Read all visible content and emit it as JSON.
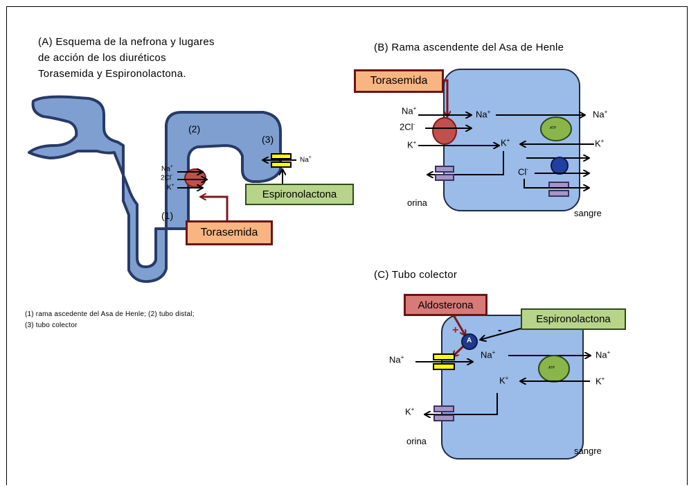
{
  "colors": {
    "cell_fill": "#9bbbe8",
    "cell_stroke": "#1f2a44",
    "nephron_fill": "#7f9fd0",
    "nephron_stroke": "#283a66",
    "arrow_dark_red": "#7b1a1a",
    "torasemida_fill": "#f8b582",
    "espironolactona_fill": "#b7d48a",
    "aldosterona_fill": "#d77a78",
    "cotransporter_red": "#c0504d",
    "atp_green": "#8ab54a",
    "channel_purple": "#8064a2",
    "channel_yellow": "#ffff00",
    "receptor_navy": "#1f3a8a"
  },
  "panel_a": {
    "title_line1": "(A) Esquema de la nefrona y lugares",
    "title_line2": "de acción de los diuréticos",
    "title_line3": "Torasemida y Espironolactona.",
    "label_1": "(1)",
    "label_2": "(2)",
    "label_3": "(3)",
    "ion_na": "Na",
    "ion_2cl": "2Cl",
    "ion_k": "K",
    "ion_na_channel": "Na",
    "espironolactona": "Espironolactona",
    "torasemida": "Torasemida",
    "legend_line1": "(1) rama ascedente del Asa de Henle; (2) tubo distal;",
    "legend_line2": "(3) tubo colector"
  },
  "panel_b": {
    "title": "(B) Rama ascendente del Asa de Henle",
    "torasemida": "Torasemida",
    "na_left": "Na",
    "cl_left": "2Cl",
    "k_left": "K",
    "na_inside": "Na",
    "k_inside": "K",
    "na_right": "Na",
    "k_right": "K",
    "cl_inside": "Cl",
    "atp": "ATP",
    "orina": "orina",
    "sangre": "sangre"
  },
  "panel_c": {
    "title": "(C) Tubo colector",
    "aldosterona": "Aldosterona",
    "espironolactona": "Espironolactona",
    "receptor": "A",
    "plus": "+",
    "minus": "-",
    "na_left": "Na",
    "na_inside": "Na",
    "na_right": "Na",
    "k_inside": "K",
    "k_right": "K",
    "k_left": "K",
    "atp": "ATP",
    "orina": "orina",
    "sangre": "sangre"
  },
  "superscripts": {
    "plus": "+",
    "minus": "-"
  }
}
